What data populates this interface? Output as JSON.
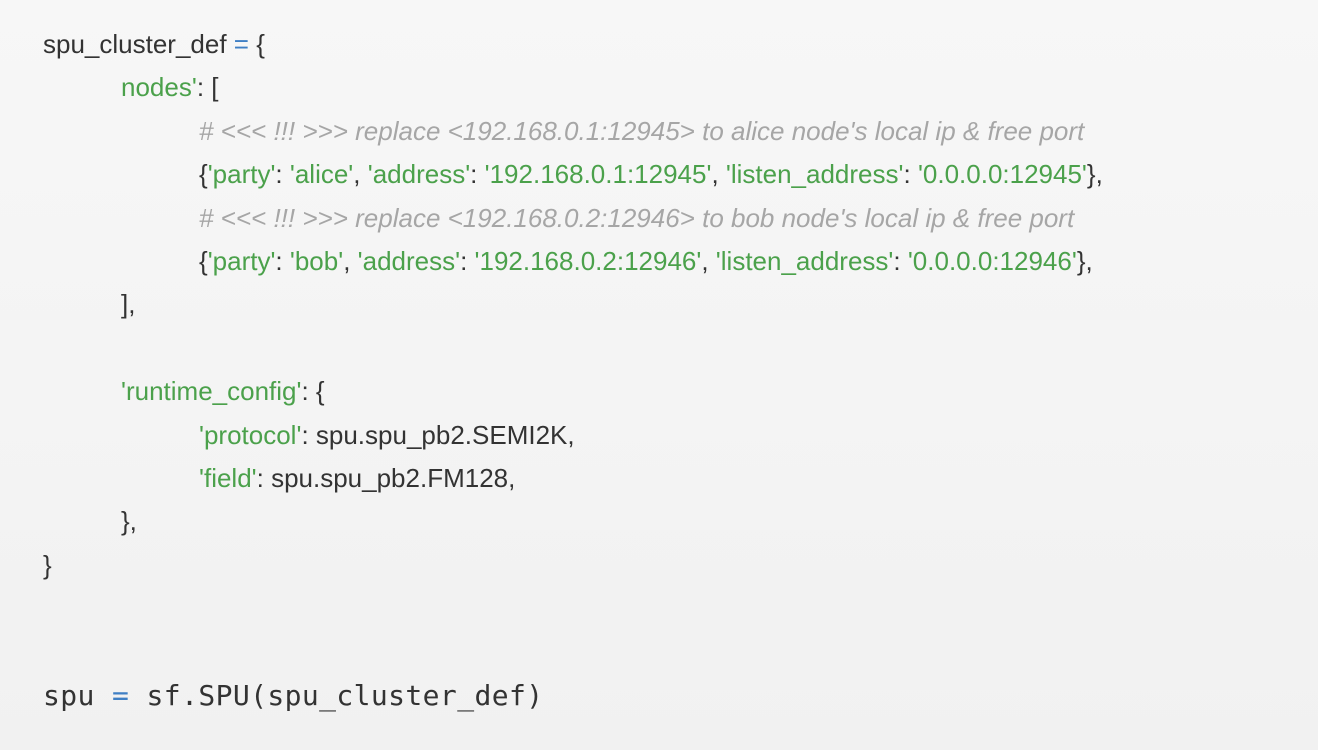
{
  "code": {
    "lines": [
      {
        "indent": 0,
        "tokens": [
          {
            "t": "spu_cluster_def ",
            "c": "plain"
          },
          {
            "t": "=",
            "c": "op"
          },
          {
            "t": " {",
            "c": "plain"
          }
        ]
      },
      {
        "indent": 1,
        "tokens": [
          {
            "t": "nodes'",
            "c": "str"
          },
          {
            "t": ": [",
            "c": "plain"
          }
        ]
      },
      {
        "indent": 2,
        "tokens": [
          {
            "t": "# <<< !!! >>> replace <192.168.0.1:12945> to alice node's local ip & free port",
            "c": "cmt"
          }
        ]
      },
      {
        "indent": 2,
        "tokens": [
          {
            "t": "{",
            "c": "plain"
          },
          {
            "t": "'party'",
            "c": "str"
          },
          {
            "t": ": ",
            "c": "plain"
          },
          {
            "t": "'alice'",
            "c": "str"
          },
          {
            "t": ", ",
            "c": "plain"
          },
          {
            "t": "'address'",
            "c": "str"
          },
          {
            "t": ": ",
            "c": "plain"
          },
          {
            "t": "'192.168.0.1:12945'",
            "c": "str"
          },
          {
            "t": ", ",
            "c": "plain"
          },
          {
            "t": "'listen_address'",
            "c": "str"
          },
          {
            "t": ": ",
            "c": "plain"
          },
          {
            "t": "'0.0.0.0:12945'",
            "c": "str"
          },
          {
            "t": "},",
            "c": "plain"
          }
        ]
      },
      {
        "indent": 2,
        "tokens": [
          {
            "t": "# <<< !!! >>> replace <192.168.0.2:12946> to bob node's local ip & free port",
            "c": "cmt"
          }
        ]
      },
      {
        "indent": 2,
        "tokens": [
          {
            "t": "{",
            "c": "plain"
          },
          {
            "t": "'party'",
            "c": "str"
          },
          {
            "t": ": ",
            "c": "plain"
          },
          {
            "t": "'bob'",
            "c": "str"
          },
          {
            "t": ", ",
            "c": "plain"
          },
          {
            "t": "'address'",
            "c": "str"
          },
          {
            "t": ": ",
            "c": "plain"
          },
          {
            "t": "'192.168.0.2:12946'",
            "c": "str"
          },
          {
            "t": ", ",
            "c": "plain"
          },
          {
            "t": "'listen_address'",
            "c": "str"
          },
          {
            "t": ": ",
            "c": "plain"
          },
          {
            "t": "'0.0.0.0:12946'",
            "c": "str"
          },
          {
            "t": "},",
            "c": "plain"
          }
        ]
      },
      {
        "indent": 1,
        "tokens": [
          {
            "t": "],",
            "c": "plain"
          }
        ]
      },
      {
        "indent": 0,
        "tokens": []
      },
      {
        "indent": 1,
        "tokens": [
          {
            "t": "'runtime_config'",
            "c": "str"
          },
          {
            "t": ": {",
            "c": "plain"
          }
        ]
      },
      {
        "indent": 2,
        "tokens": [
          {
            "t": "'protocol'",
            "c": "str"
          },
          {
            "t": ": spu.spu_pb2.SEMI2K,",
            "c": "plain"
          }
        ]
      },
      {
        "indent": 2,
        "tokens": [
          {
            "t": "'field'",
            "c": "str"
          },
          {
            "t": ": spu.spu_pb2.FM128,",
            "c": "plain"
          }
        ]
      },
      {
        "indent": 1,
        "tokens": [
          {
            "t": "},",
            "c": "plain"
          }
        ]
      },
      {
        "indent": 0,
        "tokens": [
          {
            "t": "}",
            "c": "plain"
          }
        ]
      },
      {
        "indent": 0,
        "tokens": []
      },
      {
        "indent": 0,
        "tokens": []
      },
      {
        "indent": 0,
        "mono": true,
        "tokens": [
          {
            "t": "spu ",
            "c": "plain"
          },
          {
            "t": "=",
            "c": "op"
          },
          {
            "t": " sf.SPU(spu_cluster_def)",
            "c": "plain"
          }
        ]
      }
    ]
  },
  "colors": {
    "string": "#4ba14b",
    "comment": "#a6a6a6",
    "operator": "#3f7fc4",
    "text": "#333333",
    "background": "#f3f3f3"
  }
}
